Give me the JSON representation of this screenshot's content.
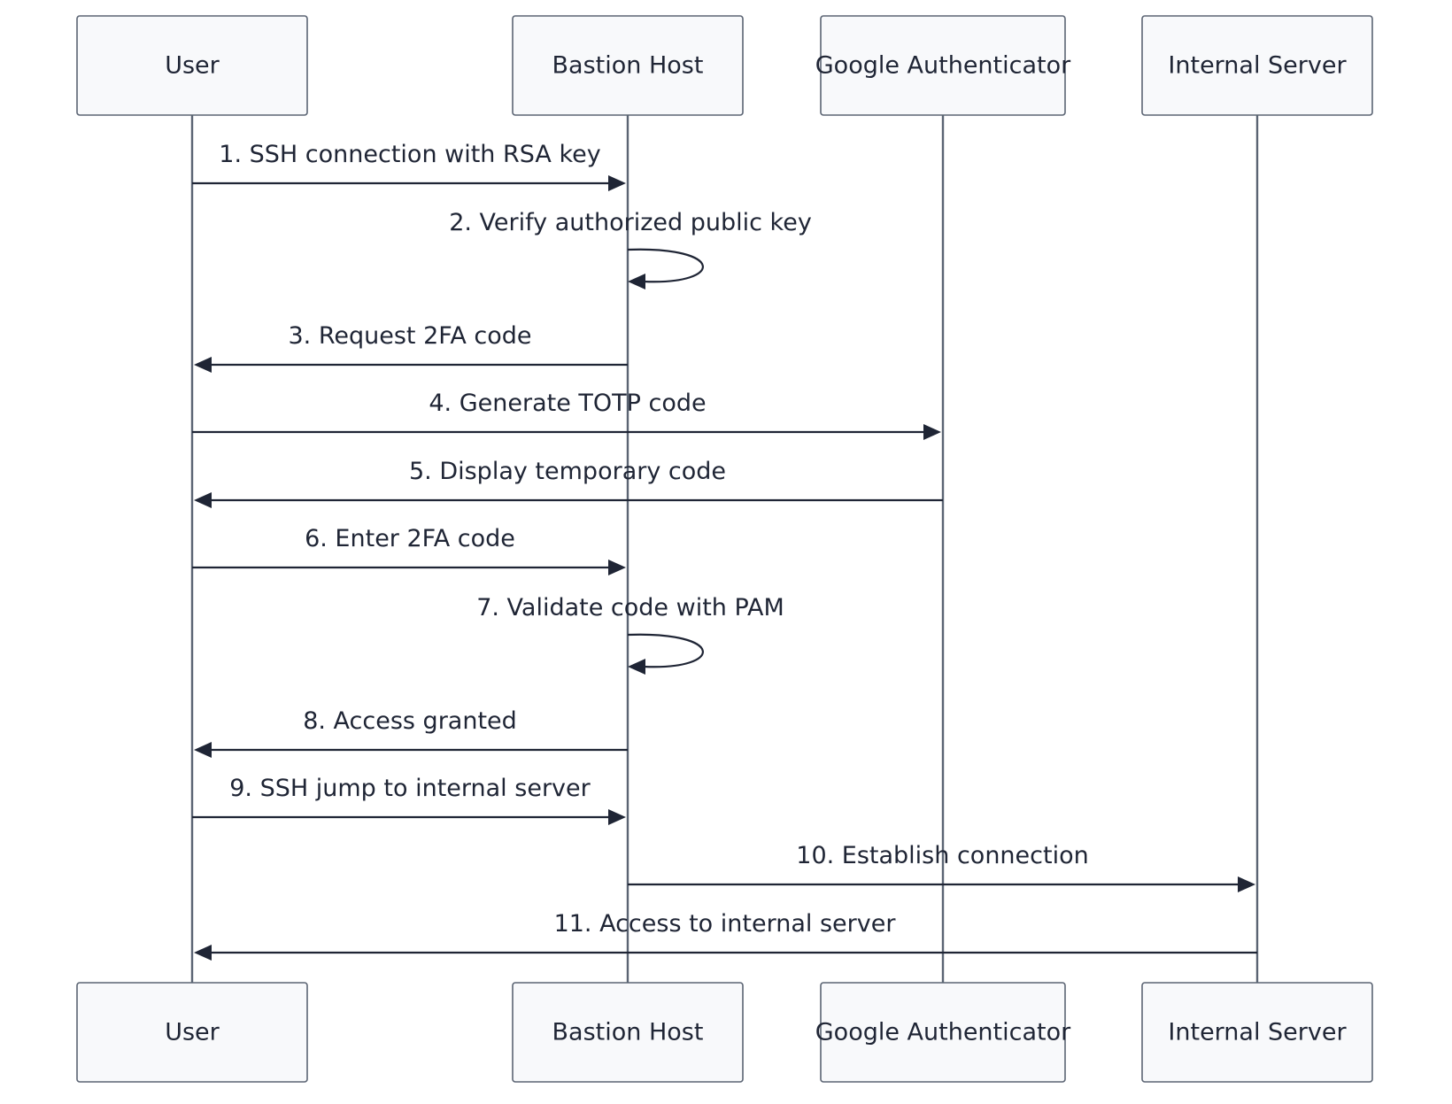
{
  "diagram": {
    "type": "sequence",
    "participants": [
      {
        "id": "user",
        "label": "User"
      },
      {
        "id": "bastion",
        "label": "Bastion Host"
      },
      {
        "id": "gauth",
        "label": "Google Authenticator"
      },
      {
        "id": "internal",
        "label": "Internal Server"
      }
    ],
    "messages": [
      {
        "from": "user",
        "to": "bastion",
        "label": "1. SSH connection with RSA key"
      },
      {
        "from": "bastion",
        "to": "bastion",
        "label": "2. Verify authorized public key"
      },
      {
        "from": "bastion",
        "to": "user",
        "label": "3. Request 2FA code"
      },
      {
        "from": "user",
        "to": "gauth",
        "label": "4. Generate TOTP code"
      },
      {
        "from": "gauth",
        "to": "user",
        "label": "5. Display temporary code"
      },
      {
        "from": "user",
        "to": "bastion",
        "label": "6. Enter 2FA code"
      },
      {
        "from": "bastion",
        "to": "bastion",
        "label": "7. Validate code with PAM"
      },
      {
        "from": "bastion",
        "to": "user",
        "label": "8. Access granted"
      },
      {
        "from": "user",
        "to": "bastion",
        "label": "9. SSH jump to internal server"
      },
      {
        "from": "bastion",
        "to": "internal",
        "label": "10. Establish connection"
      },
      {
        "from": "internal",
        "to": "user",
        "label": "11. Access to internal server"
      }
    ]
  }
}
